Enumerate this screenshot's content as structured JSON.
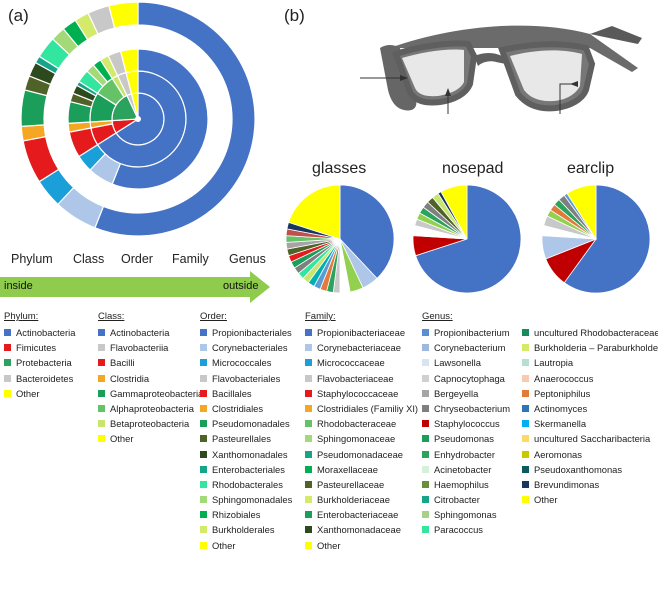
{
  "panels": {
    "a": "(a)",
    "b": "(b)"
  },
  "levels": [
    "Phylum",
    "Class",
    "Order",
    "Family",
    "Genus"
  ],
  "arrow": {
    "start": "inside",
    "end": "outside",
    "color": "#8fcb4c"
  },
  "pie_titles": [
    "glasses",
    "nosepad",
    "earclip"
  ],
  "chart_data": [
    {
      "type": "sunburst",
      "description_rings": [
        "Phylum",
        "Class",
        "Order",
        "Family",
        "Genus"
      ],
      "rings": [
        [
          {
            "label": "Actinobacteria",
            "value": 0.66,
            "color": "#4472c4"
          },
          {
            "label": "Firmicutes",
            "value": 0.08,
            "color": "#e41a1c"
          },
          {
            "label": "Protebacteria",
            "value": 0.19,
            "color": "#2ca25f"
          },
          {
            "label": "Bacteroidetes",
            "value": 0.03,
            "color": "#c8c8c8"
          },
          {
            "label": "Other",
            "value": 0.04,
            "color": "#ffff00"
          }
        ],
        [
          {
            "label": "Actinobacteria",
            "value": 0.66,
            "color": "#4472c4"
          },
          {
            "label": "Bacilli",
            "value": 0.06,
            "color": "#e41a1c"
          },
          {
            "label": "Clostridia",
            "value": 0.02,
            "color": "#f5a623"
          },
          {
            "label": "Gammaproteobacteria",
            "value": 0.1,
            "color": "#1b9e5a"
          },
          {
            "label": "Alphaproteobacteria",
            "value": 0.07,
            "color": "#66c266"
          },
          {
            "label": "Betaproteobacteria",
            "value": 0.02,
            "color": "#c7e66b"
          },
          {
            "label": "Flavobacteriia",
            "value": 0.03,
            "color": "#c8c8c8"
          },
          {
            "label": "Other",
            "value": 0.04,
            "color": "#ffff00"
          }
        ],
        [
          {
            "label": "Propionibacteriales",
            "value": 0.56,
            "color": "#4472c4"
          },
          {
            "label": "Corynebacteriales",
            "value": 0.06,
            "color": "#aec7e8"
          },
          {
            "label": "Micrococcales",
            "value": 0.04,
            "color": "#1a9fd9"
          },
          {
            "label": "Bacillales",
            "value": 0.06,
            "color": "#e41a1c"
          },
          {
            "label": "Clostridiales",
            "value": 0.02,
            "color": "#f5a623"
          },
          {
            "label": "Pseudomonadales",
            "value": 0.05,
            "color": "#1b9e5a"
          },
          {
            "label": "Pasteurellales",
            "value": 0.02,
            "color": "#4f6228"
          },
          {
            "label": "Xanthomonadales",
            "value": 0.02,
            "color": "#2d4a1e"
          },
          {
            "label": "Enterobacteriales",
            "value": 0.01,
            "color": "#17a589"
          },
          {
            "label": "Rhodobacterales",
            "value": 0.03,
            "color": "#33e6a0"
          },
          {
            "label": "Sphingomonadales",
            "value": 0.02,
            "color": "#a3d977"
          },
          {
            "label": "Rhizobiales",
            "value": 0.02,
            "color": "#00b050"
          },
          {
            "label": "Burkholderales",
            "value": 0.02,
            "color": "#d4ea6b"
          },
          {
            "label": "Flavobacteriales",
            "value": 0.03,
            "color": "#c8c8c8"
          },
          {
            "label": "Other",
            "value": 0.04,
            "color": "#ffff00"
          }
        ]
      ]
    },
    {
      "type": "pie",
      "name": "glasses",
      "slices": [
        {
          "value": 0.38,
          "color": "#4472c4"
        },
        {
          "value": 0.05,
          "color": "#aec7e8"
        },
        {
          "value": 0.04,
          "color": "#92d050"
        },
        {
          "value": 0.03,
          "color": "#ffffff"
        },
        {
          "value": 0.02,
          "color": "#c8c8c8"
        },
        {
          "value": 0.02,
          "color": "#2ca25f"
        },
        {
          "value": 0.02,
          "color": "#e07b39"
        },
        {
          "value": 0.02,
          "color": "#5b9bd5"
        },
        {
          "value": 0.02,
          "color": "#00b0b0"
        },
        {
          "value": 0.02,
          "color": "#c7e66b"
        },
        {
          "value": 0.02,
          "color": "#33e6a0"
        },
        {
          "value": 0.02,
          "color": "#7f7f7f"
        },
        {
          "value": 0.02,
          "color": "#1b9e5a"
        },
        {
          "value": 0.02,
          "color": "#e41a1c"
        },
        {
          "value": 0.02,
          "color": "#4f6228"
        },
        {
          "value": 0.02,
          "color": "#a5a5a5"
        },
        {
          "value": 0.02,
          "color": "#66c266"
        },
        {
          "value": 0.02,
          "color": "#c0504d"
        },
        {
          "value": 0.02,
          "color": "#17375e"
        },
        {
          "value": 0.2,
          "color": "#ffff00"
        }
      ]
    },
    {
      "type": "pie",
      "name": "nosepad",
      "slices": [
        {
          "value": 0.7,
          "color": "#4472c4"
        },
        {
          "value": 0.06,
          "color": "#c00000"
        },
        {
          "value": 0.03,
          "color": "#ffffff"
        },
        {
          "value": 0.02,
          "color": "#c8c8c8"
        },
        {
          "value": 0.02,
          "color": "#92d050"
        },
        {
          "value": 0.02,
          "color": "#2ca25f"
        },
        {
          "value": 0.02,
          "color": "#7f7f7f"
        },
        {
          "value": 0.02,
          "color": "#4f6228"
        },
        {
          "value": 0.02,
          "color": "#c7e66b"
        },
        {
          "value": 0.01,
          "color": "#17375e"
        },
        {
          "value": 0.08,
          "color": "#ffff00"
        }
      ]
    },
    {
      "type": "pie",
      "name": "earclip",
      "slices": [
        {
          "value": 0.6,
          "color": "#4472c4"
        },
        {
          "value": 0.09,
          "color": "#c00000"
        },
        {
          "value": 0.07,
          "color": "#aec7e8"
        },
        {
          "value": 0.03,
          "color": "#ffffff"
        },
        {
          "value": 0.03,
          "color": "#c8c8c8"
        },
        {
          "value": 0.02,
          "color": "#92d050"
        },
        {
          "value": 0.02,
          "color": "#e07b39"
        },
        {
          "value": 0.02,
          "color": "#2ca25f"
        },
        {
          "value": 0.02,
          "color": "#7f7f7f"
        },
        {
          "value": 0.01,
          "color": "#5b9bd5"
        },
        {
          "value": 0.09,
          "color": "#ffff00"
        }
      ]
    }
  ],
  "legends": {
    "phylum": {
      "title": "Phylum:",
      "items": [
        {
          "label": "Actinobacteria",
          "color": "#4472c4"
        },
        {
          "label": "Fimicutes",
          "color": "#e41a1c"
        },
        {
          "label": "Protebacteria",
          "color": "#2ca25f"
        },
        {
          "label": "Bacteroidetes",
          "color": "#c8c8c8"
        },
        {
          "label": "Other",
          "color": "#ffff00"
        }
      ]
    },
    "class": {
      "title": "Class:",
      "items": [
        {
          "label": "Actinobacteria",
          "color": "#4472c4"
        },
        {
          "label": "Flavobacteriia",
          "color": "#c8c8c8"
        },
        {
          "label": "Bacilli",
          "color": "#e41a1c"
        },
        {
          "label": "Clostridia",
          "color": "#f5a623"
        },
        {
          "label": "Gammaproteobacteria",
          "color": "#1b9e5a"
        },
        {
          "label": "Alphaproteobacteria",
          "color": "#66c266"
        },
        {
          "label": "Betaproteobacteria",
          "color": "#c7e66b"
        },
        {
          "label": "Other",
          "color": "#ffff00"
        }
      ]
    },
    "order": {
      "title": "Order:",
      "items": [
        {
          "label": "Propionibacteriales",
          "color": "#4472c4"
        },
        {
          "label": "Corynebacteriales",
          "color": "#aec7e8"
        },
        {
          "label": "Micrococcales",
          "color": "#1a9fd9"
        },
        {
          "label": "Flavobacteriales",
          "color": "#c8c8c8"
        },
        {
          "label": "Bacillales",
          "color": "#e41a1c"
        },
        {
          "label": "Clostridiales",
          "color": "#f5a623"
        },
        {
          "label": "Pseudomonadales",
          "color": "#1b9e5a"
        },
        {
          "label": "Pasteurellales",
          "color": "#4f6228"
        },
        {
          "label": "Xanthomonadales",
          "color": "#2d4a1e"
        },
        {
          "label": "Enterobacteriales",
          "color": "#17a589"
        },
        {
          "label": "Rhodobacterales",
          "color": "#33e6a0"
        },
        {
          "label": "Sphingomonadales",
          "color": "#a3d977"
        },
        {
          "label": "Rhizobiales",
          "color": "#00b050"
        },
        {
          "label": "Burkholderales",
          "color": "#d4ea6b"
        },
        {
          "label": "Other",
          "color": "#ffff00"
        }
      ]
    },
    "family": {
      "title": "Family:",
      "items": [
        {
          "label": "Propionibacteriaceae",
          "color": "#4472c4"
        },
        {
          "label": "Corynebacteriaceae",
          "color": "#aec7e8"
        },
        {
          "label": "Micrococcaceae",
          "color": "#1a9fd9"
        },
        {
          "label": "Flavobacteriaceae",
          "color": "#c8c8c8"
        },
        {
          "label": "Staphylococcaceae",
          "color": "#e41a1c"
        },
        {
          "label": "Clostridiales (Familiy XI)",
          "color": "#f5a623"
        },
        {
          "label": "Rhodobacteraceae",
          "color": "#66c266"
        },
        {
          "label": "Sphingomonaceae",
          "color": "#a3d977"
        },
        {
          "label": "Pseudomonadaceae",
          "color": "#17a589"
        },
        {
          "label": "Moraxellaceae",
          "color": "#00b050"
        },
        {
          "label": "Pasteurellaceae",
          "color": "#4f6228"
        },
        {
          "label": "Burkholderiaceae",
          "color": "#d4ea6b"
        },
        {
          "label": "Enterobacteriaceae",
          "color": "#1b9e5a"
        },
        {
          "label": "Xanthomonadaceae",
          "color": "#2d4a1e"
        },
        {
          "label": "Other",
          "color": "#ffff00"
        }
      ]
    },
    "genus1": {
      "title": "Genus:",
      "items": [
        {
          "label": "Propionibacterium",
          "color": "#5b8fd1"
        },
        {
          "label": "Corynebacterium",
          "color": "#9fb8de"
        },
        {
          "label": "Lawsonella",
          "color": "#d9e4f2"
        },
        {
          "label": "Capnocytophaga",
          "color": "#d0d0d0"
        },
        {
          "label": "Bergeyella",
          "color": "#a5a5a5"
        },
        {
          "label": "Chryseobacterium",
          "color": "#7f7f7f"
        },
        {
          "label": "Staphylococcus",
          "color": "#c00000"
        },
        {
          "label": "Pseudomonas",
          "color": "#1b9e5a"
        },
        {
          "label": "Enhydrobacter",
          "color": "#2ca25f"
        },
        {
          "label": "Acinetobacter",
          "color": "#d8f0d8"
        },
        {
          "label": "Haemophilus",
          "color": "#6a8f3a"
        },
        {
          "label": "Citrobacter",
          "color": "#17a589"
        },
        {
          "label": "Sphingomonas",
          "color": "#a8d08d"
        },
        {
          "label": "Paracoccus",
          "color": "#33e6a0"
        }
      ]
    },
    "genus2": {
      "items": [
        {
          "label": "uncultured Rhodobacteraceae",
          "color": "#1b8a5a"
        },
        {
          "label": "Burkholderia – Paraburkholderia",
          "color": "#d4ea6b"
        },
        {
          "label": "Lautropia",
          "color": "#b4e0d4"
        },
        {
          "label": "Anaerococcus",
          "color": "#f8cbad"
        },
        {
          "label": "Peptoniphilus",
          "color": "#e07b39"
        },
        {
          "label": "Actinomyces",
          "color": "#2e75b6"
        },
        {
          "label": "Skermanella",
          "color": "#00b0f0"
        },
        {
          "label": "uncultured Saccharibacteria",
          "color": "#ffd966"
        },
        {
          "label": "Aeromonas",
          "color": "#c9c900"
        },
        {
          "label": "Pseudoxanthomonas",
          "color": "#0b5b5b"
        },
        {
          "label": "Brevundimonas",
          "color": "#17375e"
        },
        {
          "label": "Other",
          "color": "#ffff00"
        }
      ]
    }
  }
}
